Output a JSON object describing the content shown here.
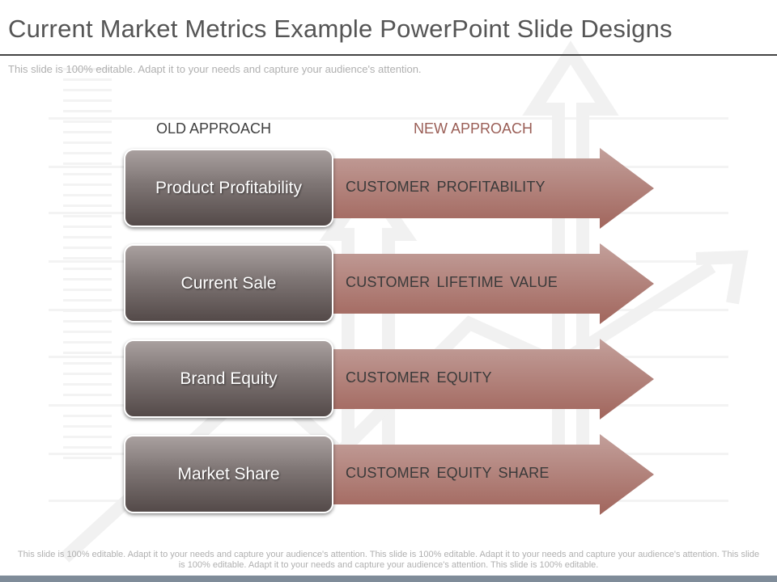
{
  "slide": {
    "title": "Current Market Metrics Example PowerPoint Slide Designs",
    "subtitle": "This slide is 100% editable. Adapt it to your needs and capture your audience's attention.",
    "footer": "This slide is 100% editable. Adapt it to your needs and capture your audience's attention. This slide is 100% editable. Adapt it to your needs and capture your audience's attention. This slide is 100% editable. Adapt it to your needs and capture your audience's attention. This slide is 100% editable."
  },
  "headers": {
    "old": "OLD APPROACH",
    "new": "NEW APPROACH"
  },
  "rows": [
    {
      "old": "Product Profitability",
      "new": "CUSTOMER PROFITABILITY"
    },
    {
      "old": "Current Sale",
      "new": "CUSTOMER LIFETIME VALUE"
    },
    {
      "old": "Brand Equity",
      "new": "CUSTOMER EQUITY"
    },
    {
      "old": "Market Share",
      "new": "CUSTOMER EQUITY SHARE"
    }
  ],
  "colors": {
    "arrow_top": "#c3a09b",
    "arrow_bottom": "#a1655c",
    "box_top": "#a9a09f",
    "box_bottom": "#544a49",
    "new_header": "#9a5e56",
    "title_text": "#555555"
  }
}
